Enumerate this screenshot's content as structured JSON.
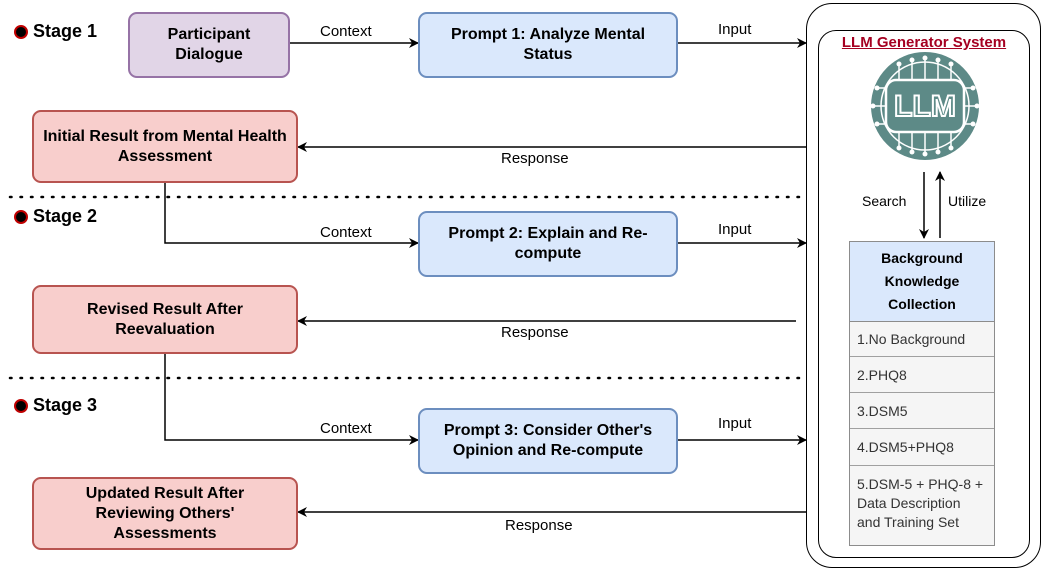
{
  "stages": [
    {
      "label": "Stage 1"
    },
    {
      "label": "Stage 2"
    },
    {
      "label": "Stage 3"
    }
  ],
  "participant_dialogue": "Participant Dialogue",
  "prompts": [
    "Prompt 1: Analyze Mental Status",
    "Prompt 2: Explain and Re-compute",
    "Prompt 3: Consider Other's Opinion and Re-compute"
  ],
  "results": [
    "Initial Result from Mental Health Assessment",
    "Revised Result After Reevaluation",
    "Updated Result After Reviewing Others' Assessments"
  ],
  "edge_labels": {
    "context": "Context",
    "input": "Input",
    "response": "Response",
    "search": "Search",
    "utilize": "Utilize"
  },
  "system": {
    "title": "LLM Generator System",
    "logo_text": "LLM",
    "knowledge_title": "Background Knowledge Collection",
    "knowledge_items": [
      "1.No Background",
      "2.PHQ8",
      "3.DSM5",
      "4.DSM5+PHQ8",
      "5.DSM-5 + PHQ-8 + Data Description and Training Set"
    ]
  },
  "colors": {
    "purple_fill": "#e1d5e7",
    "purple_stroke": "#9673a6",
    "blue_fill": "#dae8fc",
    "blue_stroke": "#6c8ebf",
    "red_fill": "#f8cecc",
    "red_stroke": "#b85450",
    "system_title": "#a50021",
    "logo": "#5d8a87"
  }
}
